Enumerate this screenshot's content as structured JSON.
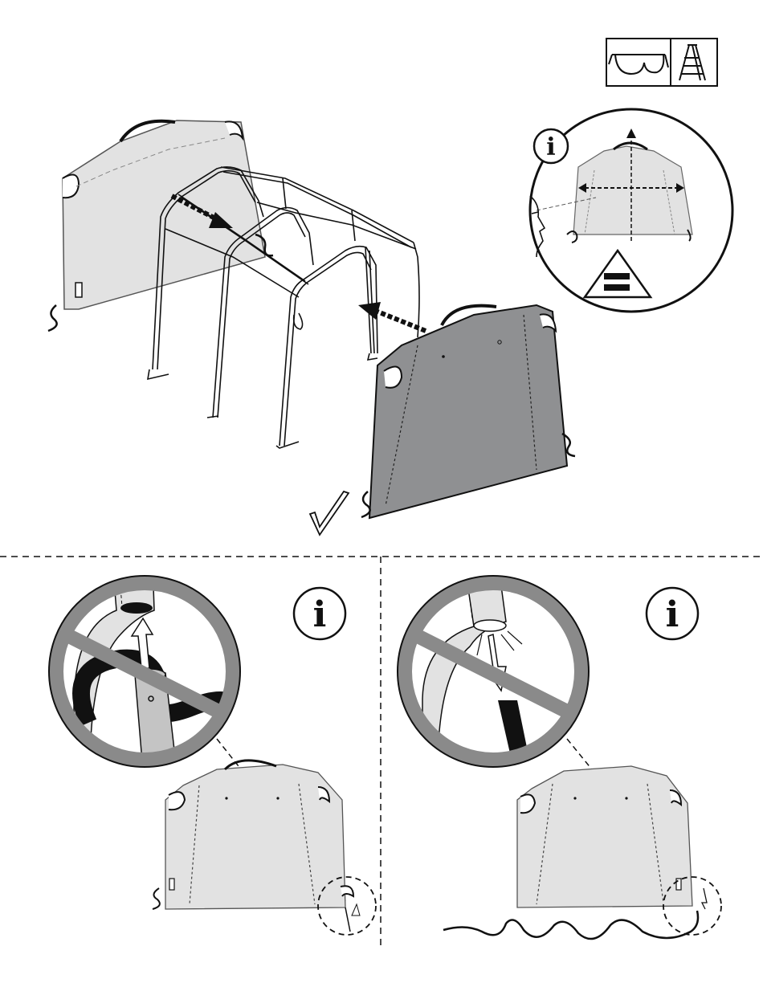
{
  "info_badges": [
    {
      "symbol": "i"
    },
    {
      "symbol": "i"
    },
    {
      "symbol": "i"
    }
  ],
  "icons": {
    "safety": [
      "safety-glasses-icon",
      "step-ladder-icon"
    ],
    "info": "info-icon",
    "equal": "equal-sign-icon",
    "check": "checkmark-icon",
    "prohibited": "prohibition-icon"
  },
  "colors": {
    "line": "#111111",
    "cover_light": "#e2e2e2",
    "cover_dark": "#8f9092",
    "prohibit_ring": "#8a8a8a",
    "rope": "#111111"
  }
}
